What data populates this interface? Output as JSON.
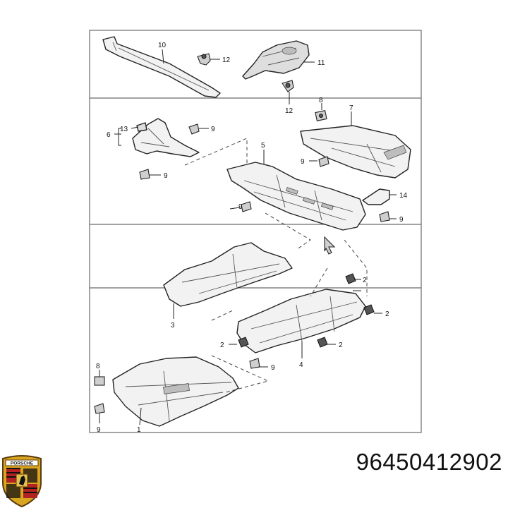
{
  "diagram": {
    "callouts": [
      "10",
      "12",
      "11",
      "12",
      "8",
      "7",
      "6",
      "13",
      "9",
      "5",
      "9",
      "9",
      "14",
      "9",
      "3",
      "2",
      "2",
      "2",
      "2",
      "4",
      "9",
      "8",
      "9",
      "1",
      "9"
    ],
    "part_number": "96450412902",
    "logo_text": "PORSCHE"
  }
}
